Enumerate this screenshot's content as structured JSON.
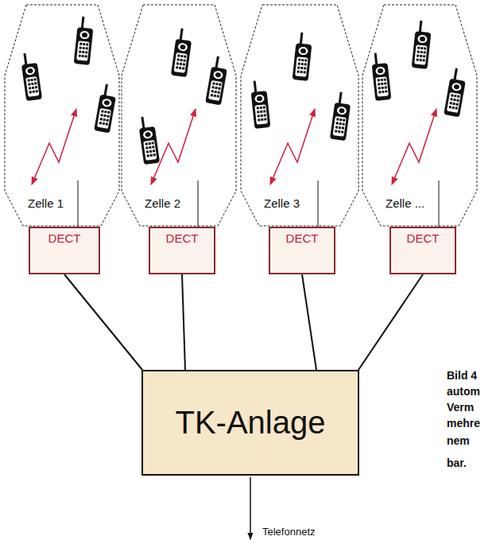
{
  "diagram": {
    "nodes": [
      {
        "text": [
          "Zelle 1"
        ]
      },
      {
        "text": [
          "DECT"
        ]
      },
      {
        "text": [
          "Zelle 2"
        ]
      },
      {
        "text": [
          "DECT"
        ]
      },
      {
        "text": [
          "Zelle 3"
        ]
      },
      {
        "text": [
          "DECT"
        ]
      },
      {
        "text": [
          "Zelle ..."
        ]
      },
      {
        "text": [
          "DECT"
        ]
      },
      {
        "text": [
          "TK-Anlage"
        ]
      }
    ],
    "edges": [
      {
        "from": 0,
        "to": 1,
        "arrow": "none"
      },
      {
        "from": 2,
        "to": 3,
        "arrow": "none"
      },
      {
        "from": 4,
        "to": 5,
        "arrow": "none"
      },
      {
        "from": 6,
        "to": 7,
        "arrow": "none"
      },
      {
        "from": 1,
        "to": 8,
        "arrow": "none"
      },
      {
        "from": 3,
        "to": 8,
        "arrow": "none"
      },
      {
        "from": 5,
        "to": 8,
        "arrow": "none"
      },
      {
        "from": 7,
        "to": 8,
        "arrow": "none"
      }
    ],
    "labels": [
      "Telefonnetz",
      "Bild 4",
      "autom",
      "Verm",
      "mehre",
      "nem",
      "bar."
    ]
  }
}
